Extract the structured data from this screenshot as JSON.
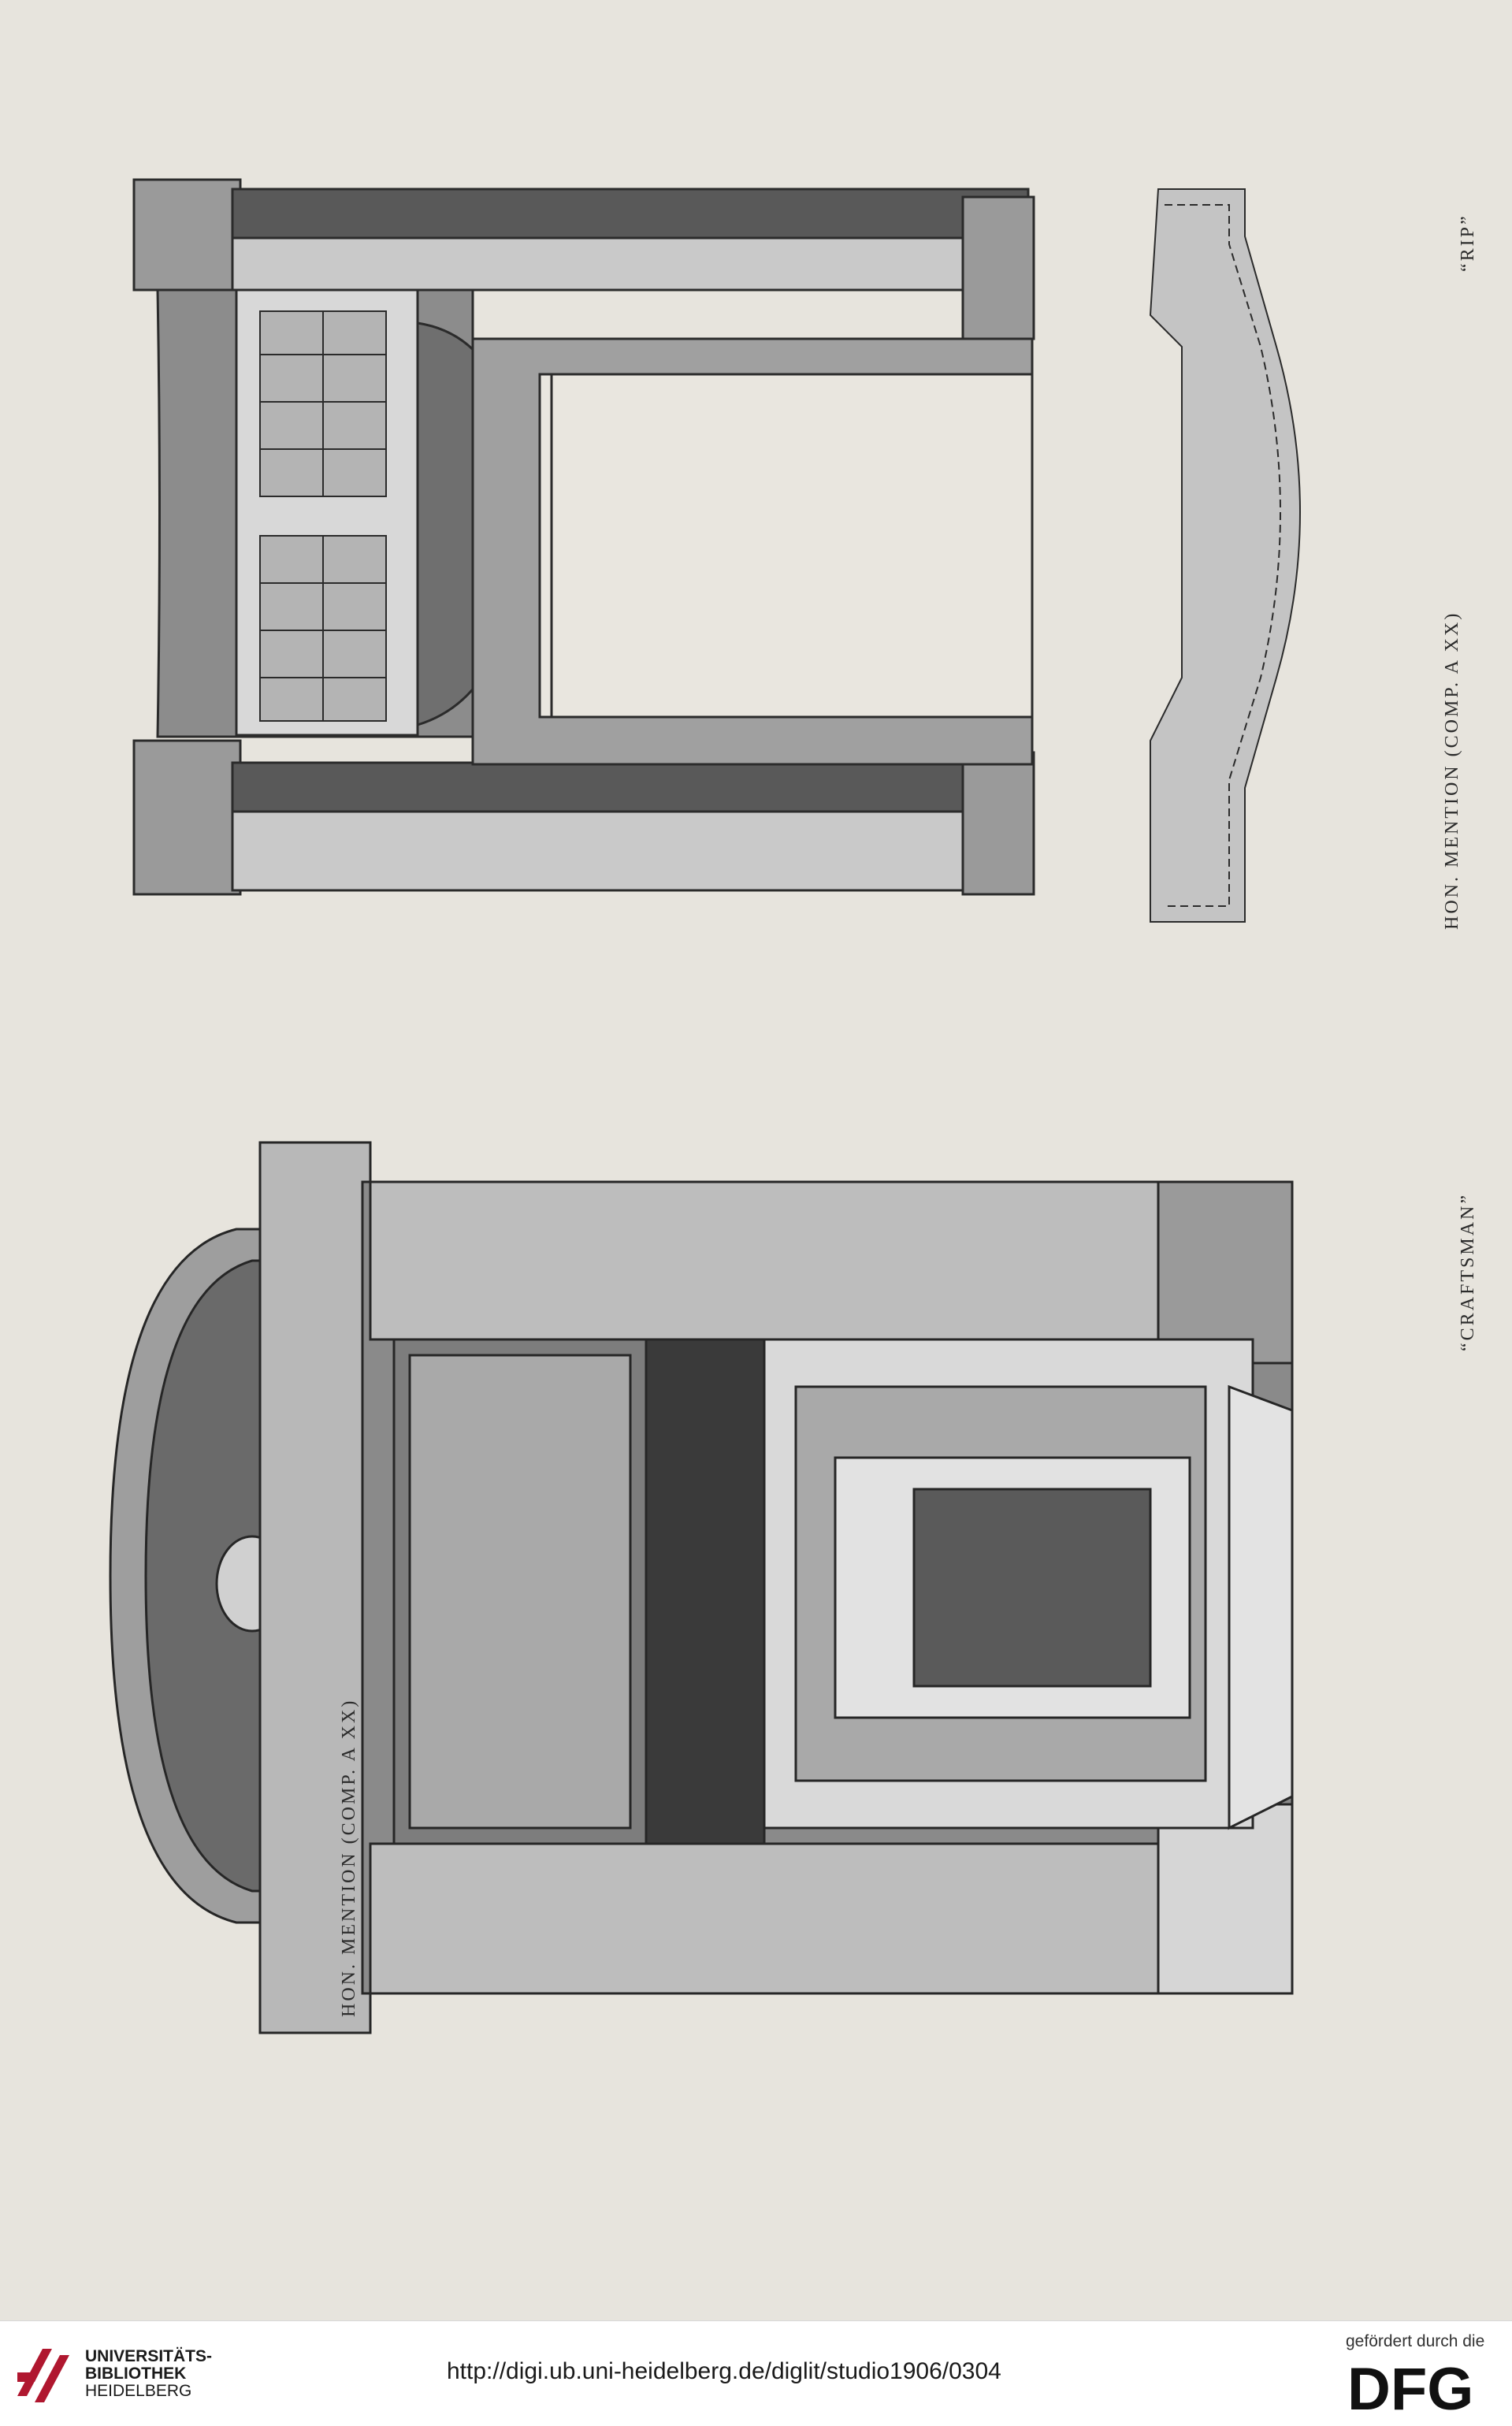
{
  "plate": {
    "left_figure": {
      "caption_left": "HON. MENTION (COMP. A XX)",
      "caption_right": "“CRAFTSMAN”"
    },
    "right_figure": {
      "caption_left": "HON. MENTION (COMP. A XX)",
      "caption_right": "“RIP”"
    }
  },
  "footer": {
    "library_line1": "UNIVERSITÄTS-",
    "library_line2": "BIBLIOTHEK",
    "library_line3": "HEIDELBERG",
    "url": "http://digi.ub.uni-heidelberg.de/diglit/studio1906/0304",
    "funded_by": "gefördert durch die",
    "funder_logo_text": "DFG"
  }
}
